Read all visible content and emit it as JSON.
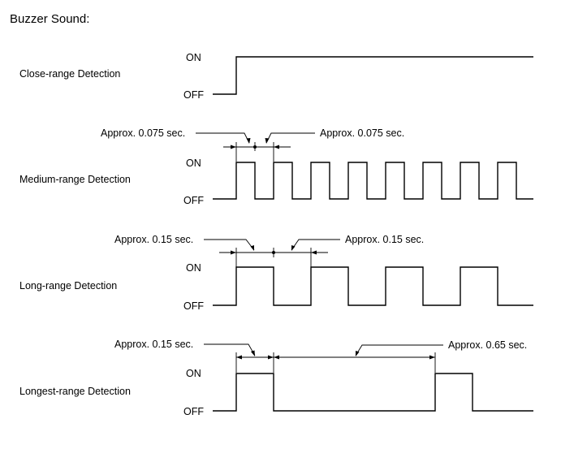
{
  "title": "Buzzer Sound:",
  "level_labels": {
    "on": "ON",
    "off": "OFF"
  },
  "close": {
    "label": "Close-range Detection"
  },
  "medium": {
    "label": "Medium-range Detection",
    "annotation_left": "Approx. 0.075 sec.",
    "annotation_right": "Approx. 0.075 sec."
  },
  "long": {
    "label": "Long-range Detection",
    "annotation_left": "Approx. 0.15 sec.",
    "annotation_right": "Approx. 0.15 sec."
  },
  "longest": {
    "label": "Longest-range Detection",
    "annotation_left": "Approx. 0.15 sec.",
    "annotation_right": "Approx. 0.65 sec."
  }
}
